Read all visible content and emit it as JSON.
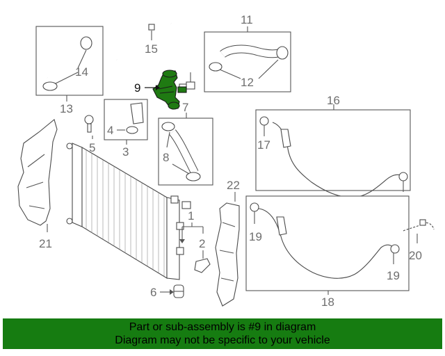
{
  "callouts": {
    "c1": "1",
    "c2": "2",
    "c3": "3",
    "c4": "4",
    "c5": "5",
    "c6": "6",
    "c7": "7",
    "c8": "8",
    "c9": "9",
    "c11": "11",
    "c12": "12",
    "c13": "13",
    "c14": "14",
    "c15": "15",
    "c16": "16",
    "c17a": "17",
    "c17b": "17",
    "c18": "18",
    "c19a": "19",
    "c19b": "19",
    "c20": "20",
    "c21": "21",
    "c22": "22"
  },
  "banner": {
    "line1": "Part or sub-assembly is #9 in diagram",
    "line2": "Diagram may not be specific to your vehicle",
    "color": "#167c11"
  },
  "highlight_color": "#1f7a12"
}
